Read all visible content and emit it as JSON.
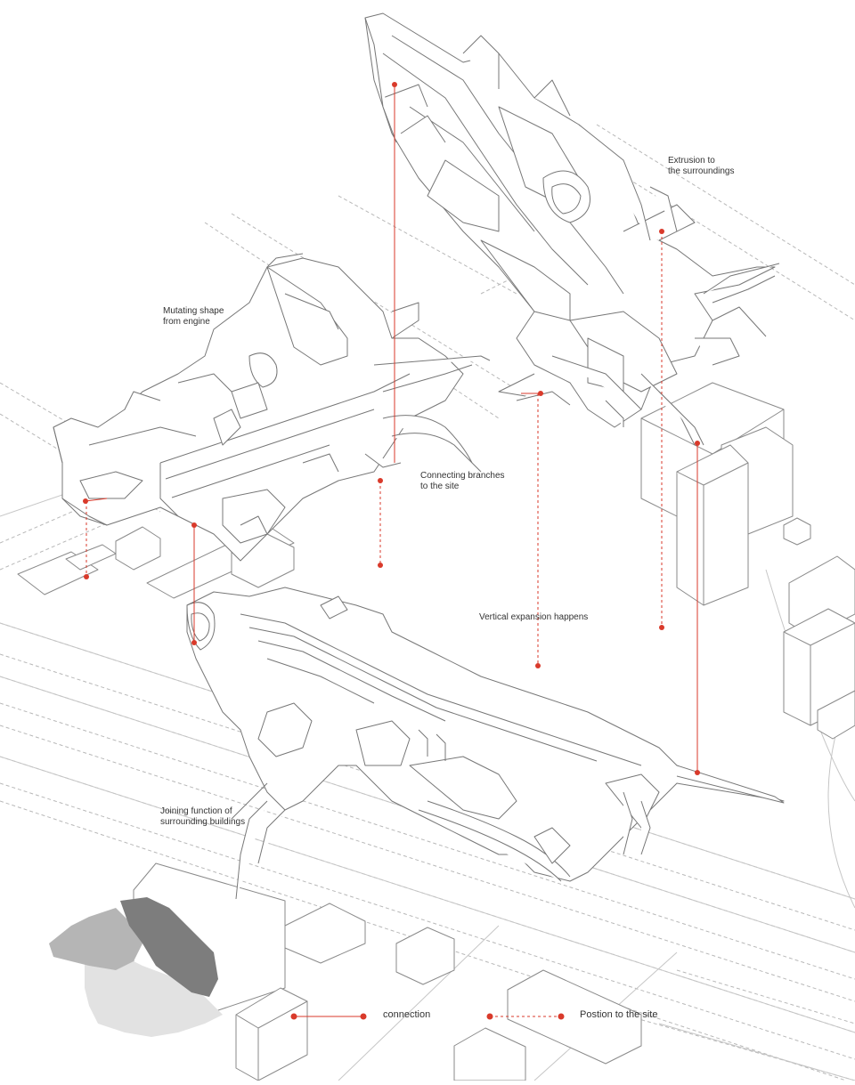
{
  "colors": {
    "accent": "#d93a2b",
    "line": "#7a7a7a",
    "light_line": "#bdbdbd",
    "fill": "#ffffff",
    "dark_fill": "#7d7d7d",
    "mid_fill": "#b5b5b5",
    "pale_fill": "#e2e2e2"
  },
  "annotations": {
    "extrusion": "Extrusion to\nthe surroundings",
    "mutating": "Mutating shape\nfrom engine",
    "connecting": "Connecting branches\nto the site",
    "vertical": "Vertical expansion happens",
    "joining": "Joining function of\nsurrounding buildings"
  },
  "legend": {
    "connection": "connection",
    "position": "Postion to the site"
  }
}
